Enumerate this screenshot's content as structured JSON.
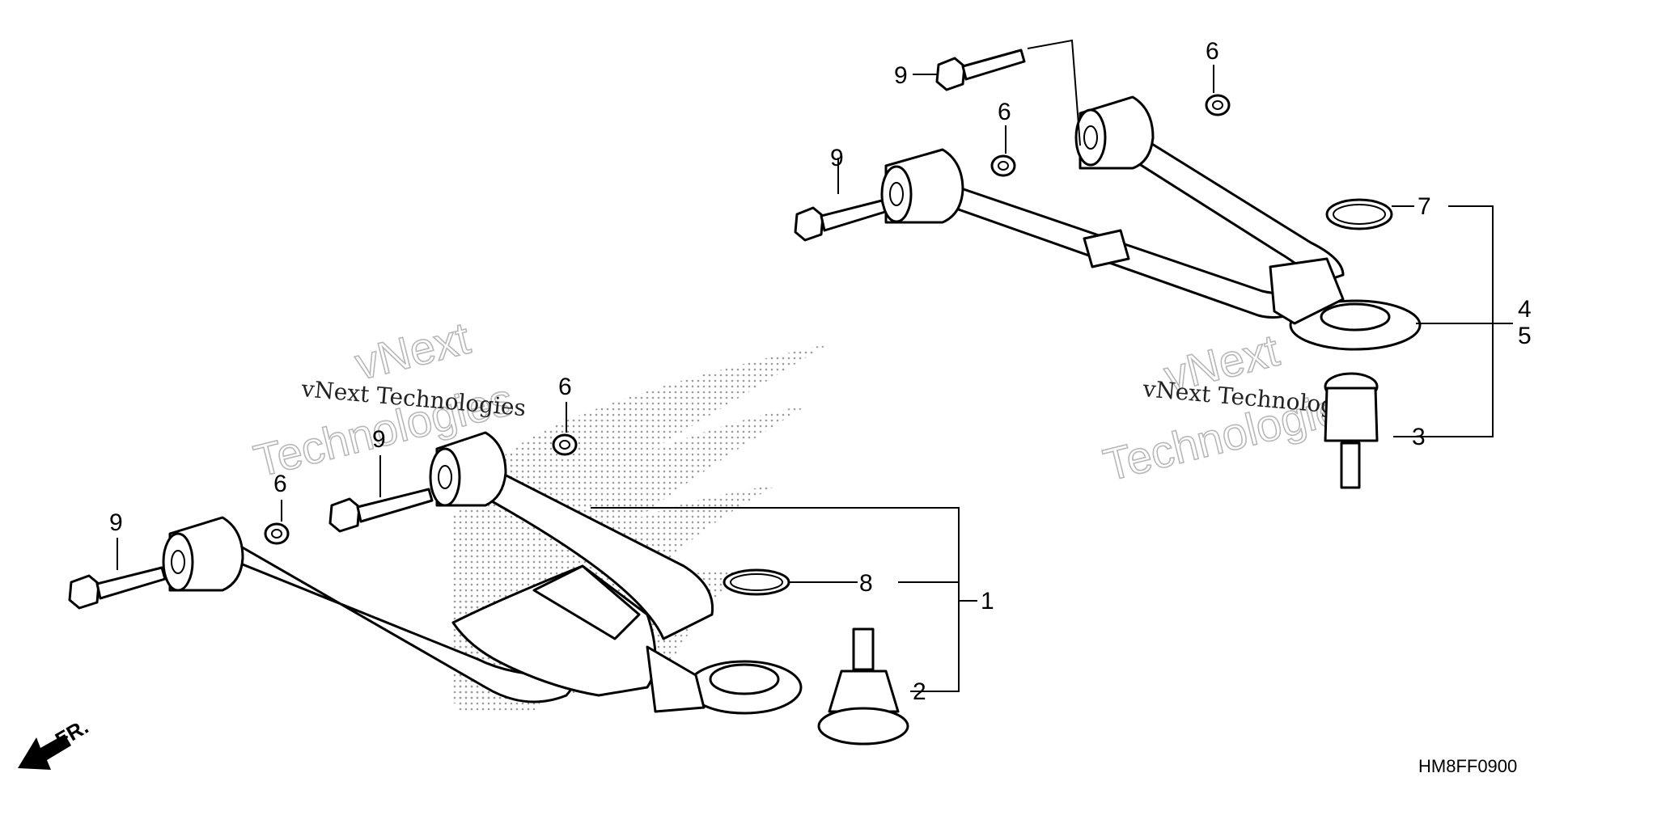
{
  "diagram_code": "HM8FF0900",
  "front_indicator": "FR.",
  "watermarks": [
    {
      "line1": "vNext",
      "line2": "Technologies",
      "caption": "vNext Technologies"
    },
    {
      "line1": "vNext",
      "line2": "Technologies",
      "caption": "vNext Technologies"
    }
  ],
  "callouts": {
    "lower_bolt_left": "9",
    "lower_nut_left": "6",
    "lower_bolt_right": "9",
    "lower_nut_right": "6",
    "lower_circlip": "8",
    "lower_ball_joint": "2",
    "lower_arm_assembly": "1",
    "upper_bolt_left": "9",
    "upper_nut_left": "6",
    "upper_bolt_right": "9",
    "upper_nut_right": "6",
    "upper_circlip": "7",
    "upper_arm_a": "4",
    "upper_arm_b": "5",
    "upper_ball_joint": "3"
  },
  "colors": {
    "line": "#000000",
    "background": "#ffffff",
    "watermark": "#b8b8b8"
  }
}
